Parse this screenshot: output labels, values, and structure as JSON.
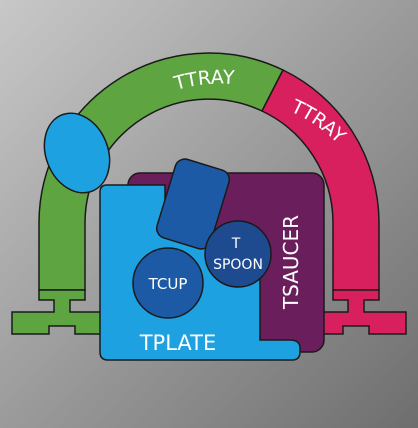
{
  "labels": {
    "tray_green": "TTRAY",
    "tray_pink": "TTRAY",
    "saucer": "TSAUCER",
    "spoon_line1": "T",
    "spoon_line2": "SPOON",
    "cup": "TCUP",
    "plate": "TPLATE"
  },
  "colors": {
    "background_light": "#c8c8c8",
    "background_dark": "#6e6e6e",
    "tray_green": "#5ea542",
    "tray_pink": "#d8205e",
    "saucer": "#6a1f5c",
    "plate": "#1ea1e0",
    "cup": "#1c5aa6",
    "spoon": "#1e4b8f",
    "outline": "#1a1a1a"
  }
}
